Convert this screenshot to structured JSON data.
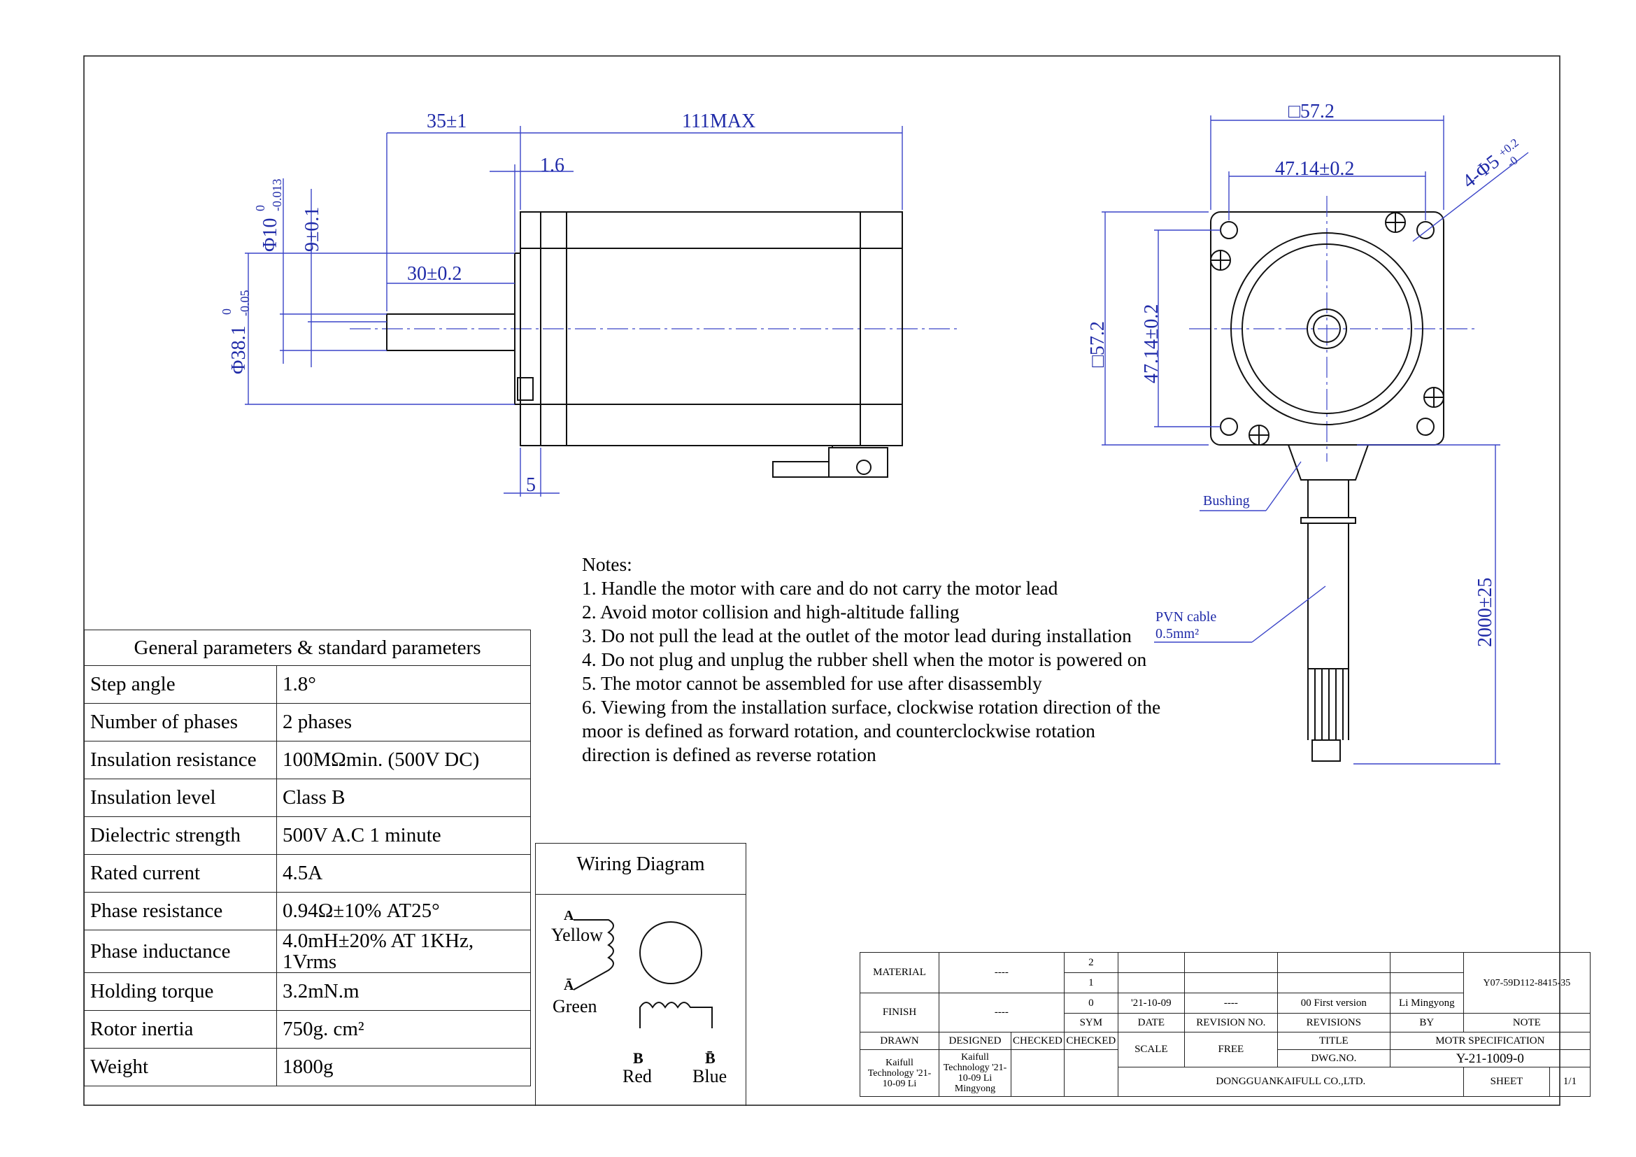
{
  "drawing": {
    "side_view_dims": {
      "shaft_ext": "35±1",
      "body_len": "111MAX",
      "flange_step": "1.6",
      "shaft_flat": "30±0.2",
      "boss_dia": "Φ38.1",
      "boss_tol_upper": "0",
      "boss_tol_lower": "-0.05",
      "shaft_dia": "Φ10",
      "shaft_tol_upper": "0",
      "shaft_tol_lower": "-0.013",
      "flat_dim": "9±0.1",
      "flange_thk": "5"
    },
    "front_view_dims": {
      "square_top": "□57.2",
      "hole_pitch_top": "47.14±0.2",
      "holes": "4-Φ5",
      "holes_tol_upper": "+0.2",
      "holes_tol_lower": "-0",
      "square_left": "□57.2",
      "hole_pitch_left": "47.14±0.2",
      "bushing": "Bushing",
      "cable": "PVN cable",
      "cable_size": "0.5mm²",
      "lead_len": "2000±25"
    }
  },
  "notes": {
    "title": "Notes:",
    "items": [
      "1. Handle the motor with care and do not carry the motor lead",
      "2. Avoid motor collision and high-altitude falling",
      "3. Do not pull the lead at the outlet of the motor lead during installation",
      "4. Do not plug and unplug the rubber shell when the motor is powered on",
      "5. The motor cannot be assembled for use after disassembly",
      "6. Viewing from the installation surface, clockwise rotation direction of the moor is defined as forward rotation, and counterclockwise rotation direction is defined as reverse rotation"
    ]
  },
  "params": {
    "title": "General parameters & standard parameters",
    "rows": [
      {
        "k": "Step angle",
        "v": "1.8°"
      },
      {
        "k": "Number of phases",
        "v": "2 phases"
      },
      {
        "k": "Insulation resistance",
        "v": "100MΩmin. (500V DC)"
      },
      {
        "k": "Insulation level",
        "v": "Class B"
      },
      {
        "k": "Dielectric strength",
        "v": "500V A.C 1 minute"
      },
      {
        "k": "Rated current",
        "v": "4.5A"
      },
      {
        "k": "Phase resistance",
        "v": "0.94Ω±10% AT25°"
      },
      {
        "k": "Phase inductance",
        "v": "4.0mH±20%  AT  1KHz, 1Vrms"
      },
      {
        "k": "Holding torque",
        "v": "3.2mN.m"
      },
      {
        "k": "Rotor inertia",
        "v": "750g. cm²"
      },
      {
        "k": "Weight",
        "v": "1800g"
      }
    ]
  },
  "wiring": {
    "title": "Wiring Diagram",
    "a": "A",
    "a_bar": "Ā",
    "b": "B",
    "b_bar": "B̄",
    "yellow": "Yellow",
    "green": "Green",
    "red": "Red",
    "blue": "Blue"
  },
  "titleblock": {
    "material": "MATERIAL",
    "material_val": "----",
    "finish": "FINISH",
    "finish_val": "----",
    "rev2": "2",
    "rev1": "1",
    "rev0": "0",
    "rev0_date": "'21-10-09",
    "rev0_no": "----",
    "rev0_desc": "00 First version",
    "rev0_by": "Li Mingyong",
    "part_code": "Y07-59D112-8415-35",
    "sym": "SYM",
    "date": "DATE",
    "revision_no": "REVISION NO.",
    "revisions": "REVISIONS",
    "by": "BY",
    "note": "NOTE",
    "drawn": "DRAWN",
    "designed": "DESIGNED",
    "checked1": "CHECKED",
    "checked2": "CHECKED",
    "scale": "SCALE",
    "scale_val": "FREE",
    "title_lbl": "TITLE",
    "title_val": "MOTR SPECIFICATION",
    "dwgno_lbl": "DWG.NO.",
    "dwgno_val": "Y-21-1009-0",
    "drawn_val": "Kaifull Technology '21-10-09 Li",
    "designed_val": "Kaifull Technology '21-10-09 Li Mingyong",
    "company": "DONGGUANKAIFULL CO.,LTD.",
    "sheet": "SHEET",
    "sheet_val": "1/1"
  }
}
